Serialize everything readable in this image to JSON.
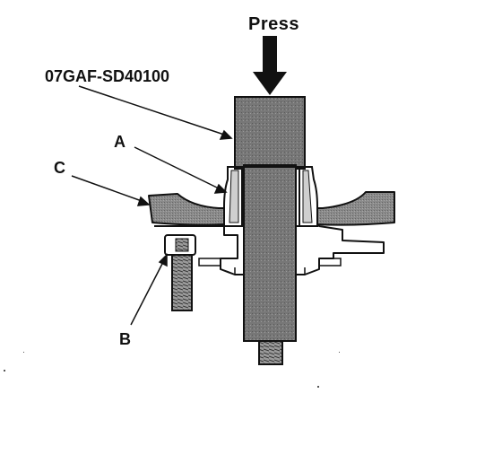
{
  "labels": {
    "press": "Press",
    "tool": "07GAF-SD40100",
    "a": "A",
    "c": "C",
    "b": "B"
  },
  "colors": {
    "ink": "#111111",
    "shade_dark": "#6f6f6f",
    "shade_mid": "#8a8a8a",
    "shade_light": "#b4b4b4",
    "background": "#ffffff"
  },
  "icons": {
    "press_arrow": "down-arrow-icon"
  }
}
